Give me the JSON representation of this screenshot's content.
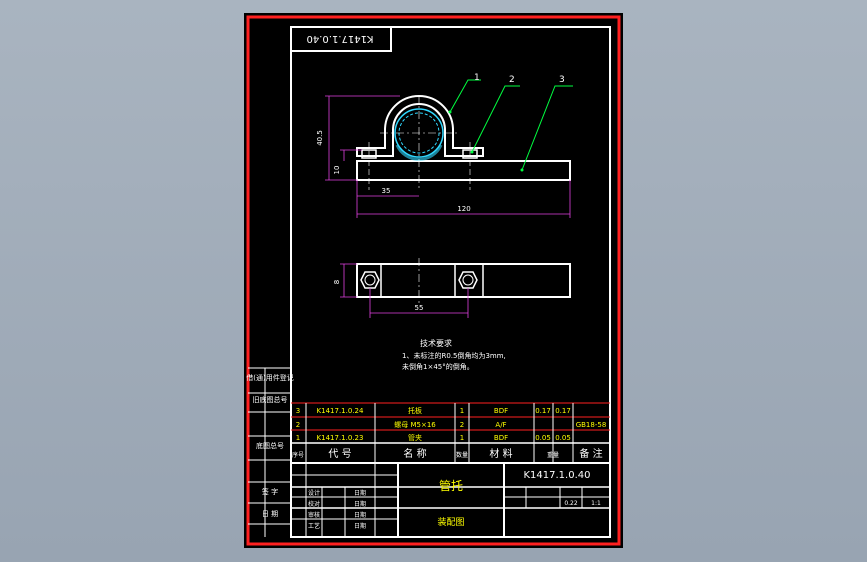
{
  "drawing": {
    "code_mirrored": "K1417.1.0.40",
    "part_labels": [
      "1",
      "2",
      "3"
    ],
    "dimensions": {
      "height": "40.5",
      "small": "10",
      "bolt_spacing": "35",
      "length": "120",
      "width": "8",
      "hole_spacing": "55"
    },
    "tech_req": {
      "title": "技术要求",
      "line1": "1、未标注的R0.5倒角均为3mm,",
      "line2": "未倒角1×45°的倒角。"
    },
    "bom": [
      {
        "no": "3",
        "code": "K1417.1.0.24",
        "name": "托板",
        "qty": "1",
        "material": "BDF",
        "unit": "0.17",
        "total": "0.17",
        "note": ""
      },
      {
        "no": "2",
        "code": "",
        "name": "螺母 M5×16",
        "qty": "2",
        "material": "A/F",
        "unit": "",
        "total": "",
        "note": "GB18-58"
      },
      {
        "no": "1",
        "code": "K1417.1.0.23",
        "name": "管夹",
        "qty": "1",
        "material": "BDF",
        "unit": "0.05",
        "total": "0.05",
        "note": ""
      }
    ],
    "bom_header": {
      "no": "序号",
      "code": "代  号",
      "name": "名  称",
      "qty": "数量",
      "material": "材  料",
      "weight": "重量",
      "note": "备 注"
    },
    "title_block": {
      "code": "K1417.1.0.40",
      "part_name": "管托",
      "drawing_type": "装配图",
      "labels_left": [
        "设计",
        "校对",
        "审核",
        "工艺"
      ],
      "labels_mid": [
        "日期",
        "日期",
        "日期",
        "日期"
      ],
      "weight": "0.22",
      "scale": "1:1"
    },
    "side_labels": [
      "借(通)用件登记",
      "旧底图总号",
      "底图总号",
      "签  字",
      "日  期"
    ]
  }
}
